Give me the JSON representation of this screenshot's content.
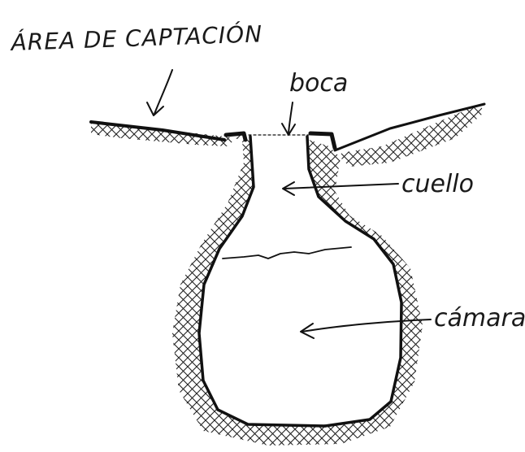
{
  "diagram": {
    "labels": {
      "catchment_area": "ÁREA DE CAPTACIÓN",
      "mouth": "boca",
      "neck": "cuello",
      "chamber": "cámara"
    },
    "colors": {
      "ink": "#111111",
      "background": "#ffffff"
    }
  }
}
